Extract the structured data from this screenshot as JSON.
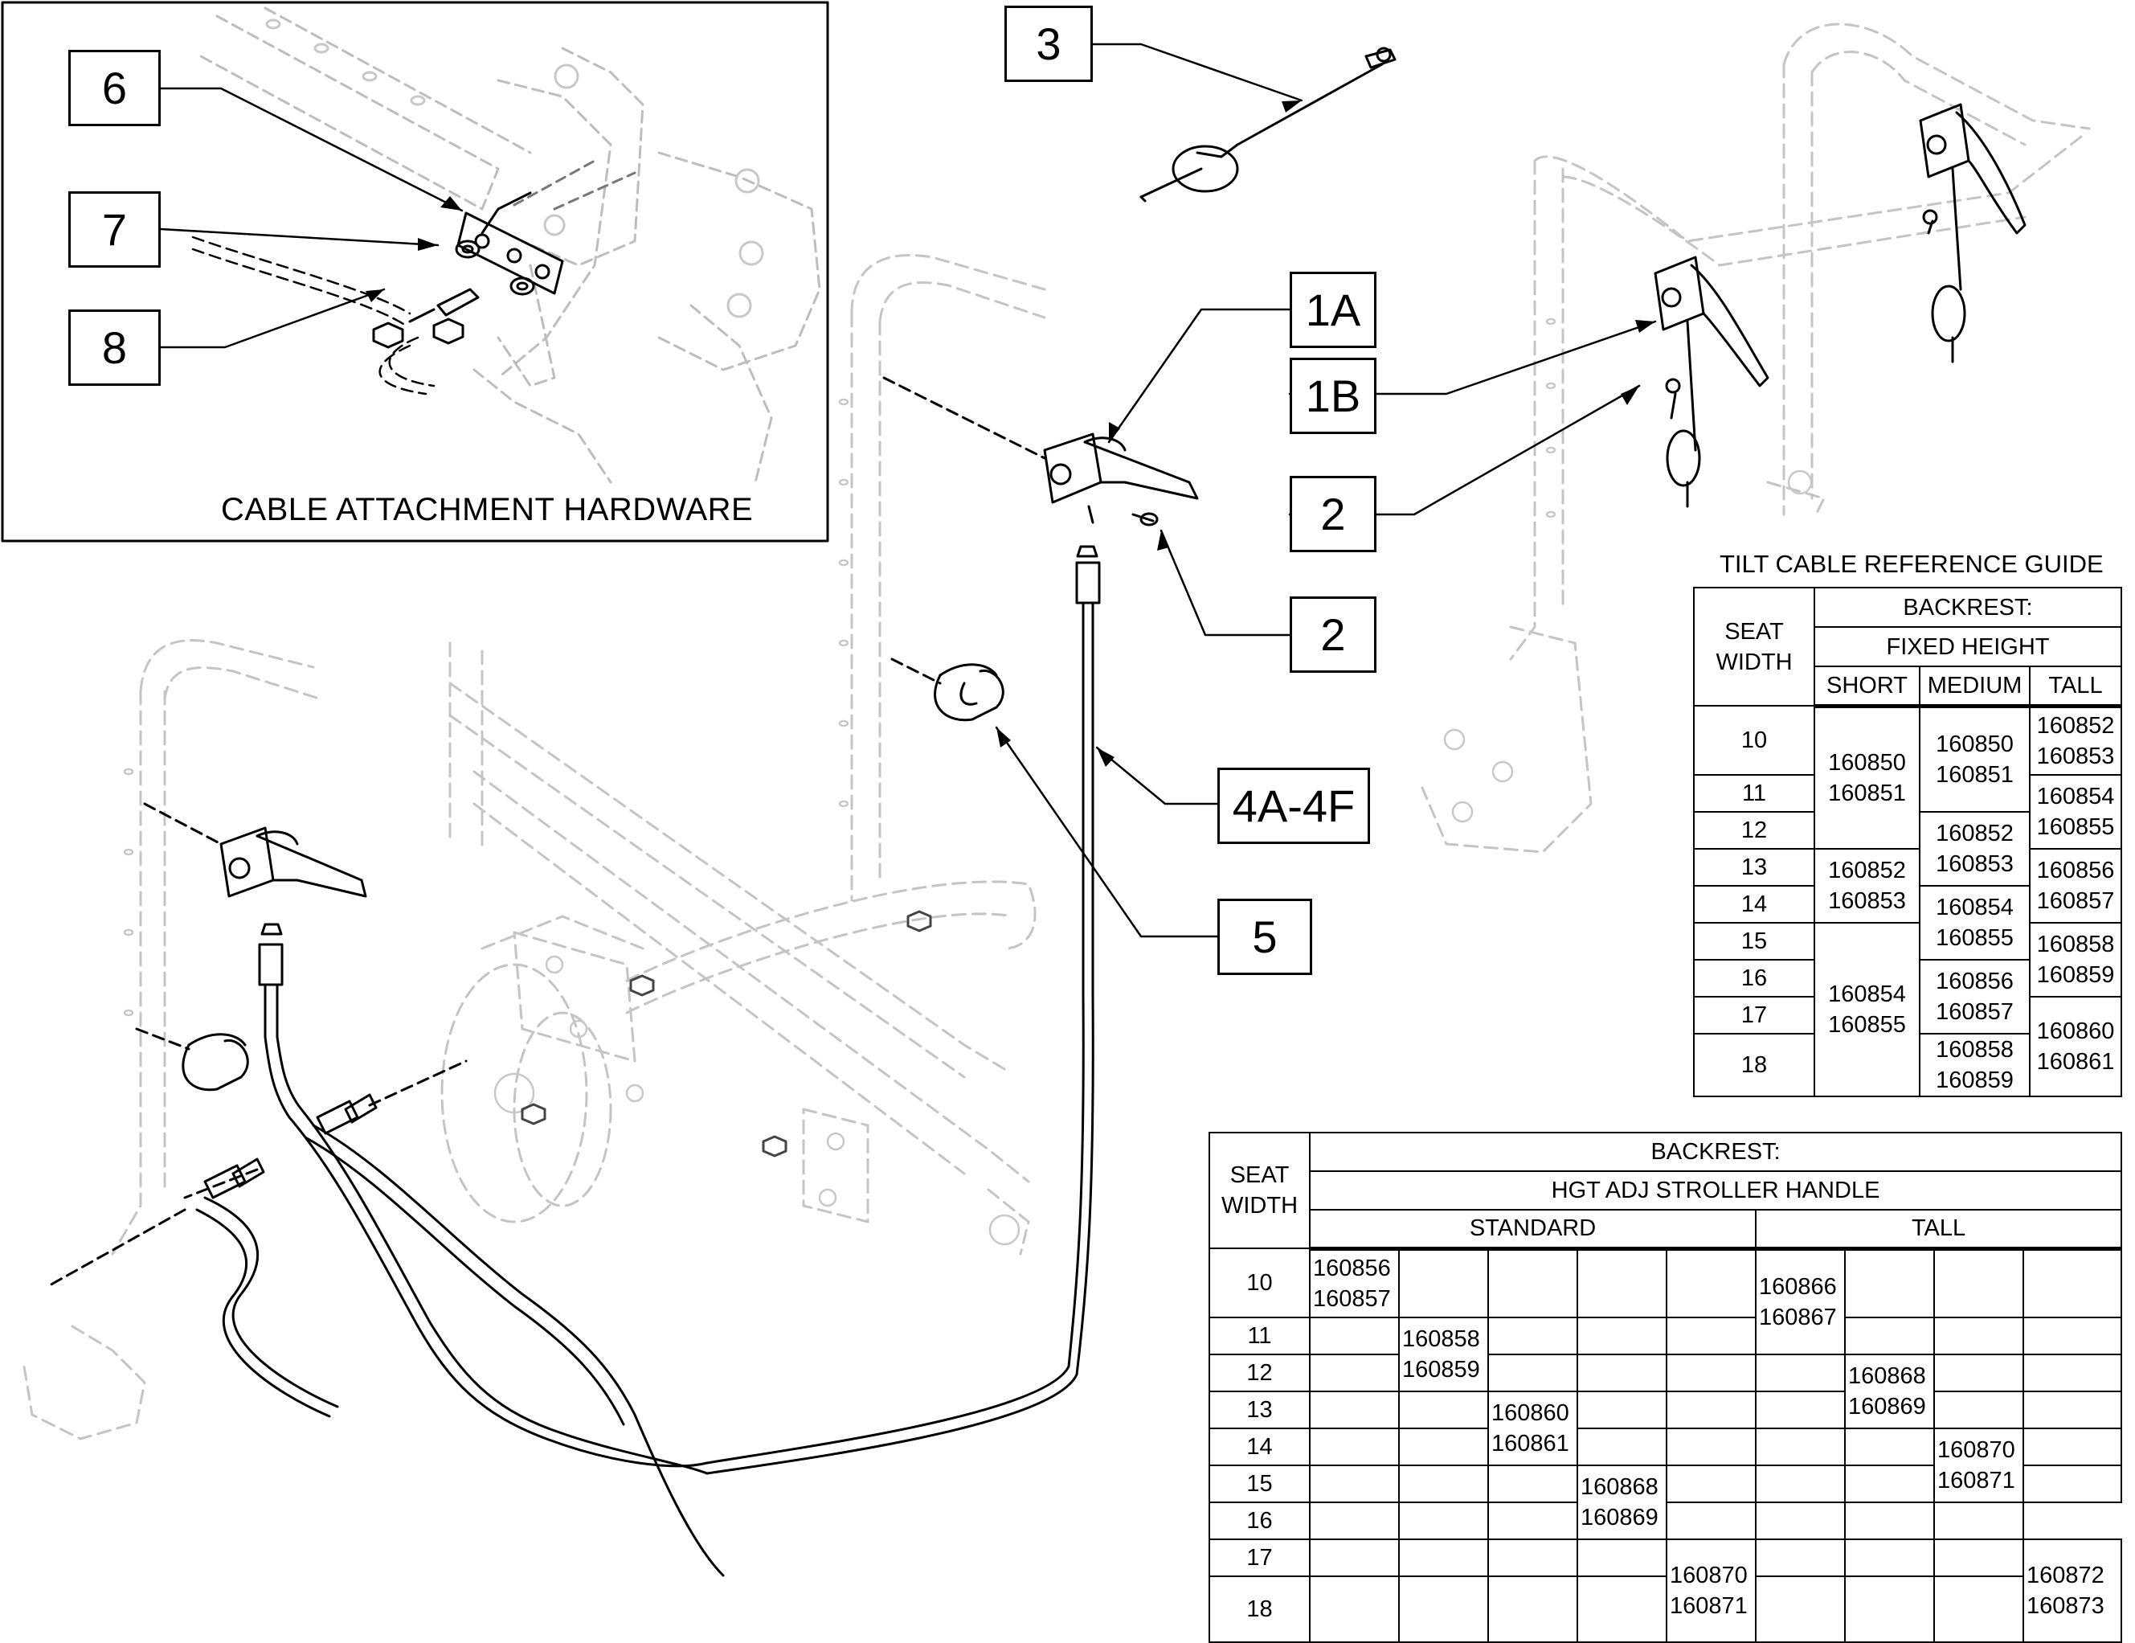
{
  "callouts": {
    "c6": "6",
    "c7": "7",
    "c8": "8",
    "c3": "3",
    "c1a": "1A",
    "c1b": "1B",
    "c2_upper": "2",
    "c2_lower": "2",
    "c4": "4A-4F",
    "c5": "5"
  },
  "inset": {
    "caption": "CABLE ATTACHMENT HARDWARE"
  },
  "fixed_table": {
    "title": "TILT CABLE REFERENCE GUIDE",
    "seat_width_header": [
      "SEAT",
      "WIDTH"
    ],
    "backrest_header": "BACKREST:",
    "sub_header": "FIXED HEIGHT",
    "col_short": "SHORT",
    "col_medium": "MEDIUM",
    "col_tall": "TALL",
    "widths": [
      "10",
      "11",
      "12",
      "13",
      "14",
      "15",
      "16",
      "17",
      "18"
    ],
    "short": [
      [
        "160850",
        "160851"
      ],
      [
        "160852",
        "160853"
      ],
      [
        "160854",
        "160855"
      ]
    ],
    "medium": [
      [
        "160850",
        "160851"
      ],
      [
        "160852",
        "160853"
      ],
      [
        "160854",
        "160855"
      ],
      [
        "160856",
        "160857"
      ],
      [
        "160858",
        "160859"
      ]
    ],
    "tall": [
      [
        "160852",
        "160853"
      ],
      [
        "160854",
        "160855"
      ],
      [
        "160856",
        "160857"
      ],
      [
        "160858",
        "160859"
      ],
      [
        "160860",
        "160861"
      ]
    ]
  },
  "stroller_table": {
    "seat_width_header": [
      "SEAT",
      "WIDTH"
    ],
    "backrest_header": "BACKREST:",
    "sub_header": "HGT ADJ STROLLER HANDLE",
    "col_standard": "STANDARD",
    "col_tall": "TALL",
    "widths": [
      "10",
      "11",
      "12",
      "13",
      "14",
      "15",
      "16",
      "17",
      "18"
    ],
    "standard": [
      [
        "160856",
        "160857"
      ],
      [
        "160858",
        "160859"
      ],
      [
        "160860",
        "160861"
      ],
      [
        "160868",
        "160869"
      ],
      [
        "160870",
        "160871"
      ]
    ],
    "tall": [
      [
        "160866",
        "160867"
      ],
      [
        "160868",
        "160869"
      ],
      [
        "160870",
        "160871"
      ],
      [
        "160872",
        "160873"
      ]
    ]
  }
}
